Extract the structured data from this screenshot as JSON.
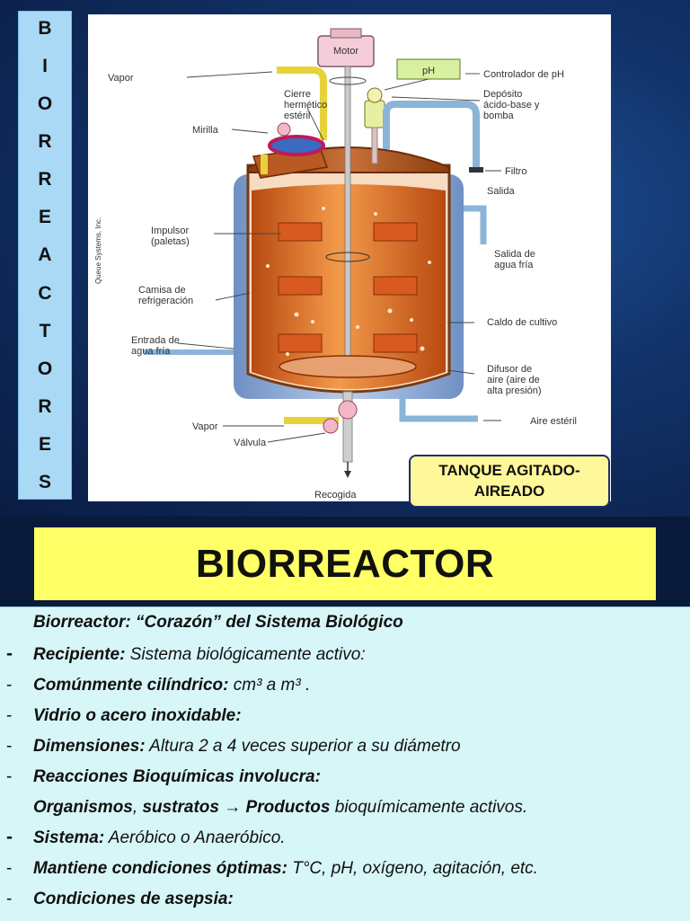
{
  "vertical_title_letters": [
    "B",
    "I",
    "O",
    "R",
    "R",
    "E",
    "A",
    "C",
    "T",
    "O",
    "R",
    "E",
    "S"
  ],
  "diagram": {
    "motor": "Motor",
    "ph": "pH",
    "vapor_top": "Vapor",
    "cierre_1": "Cierre",
    "cierre_2": "hermético",
    "cierre_3": "estéril",
    "controlador_ph": "Controlador de pH",
    "deposito_1": "Depósito",
    "deposito_2": "ácido-base y",
    "deposito_3": "bomba",
    "mirilla": "Mirilla",
    "filtro": "Filtro",
    "salida": "Salida",
    "impulsor_1": "Impulsor",
    "impulsor_2": "(paletas)",
    "salida_agua_1": "Salida de",
    "salida_agua_2": "agua fría",
    "camisa_1": "Camisa de",
    "camisa_2": "refrigeración",
    "caldo": "Caldo de cultivo",
    "entrada_1": "Entrada de",
    "entrada_2": "agua fría",
    "difusor_1": "Difusor de",
    "difusor_2": "aire (aire de",
    "difusor_3": "alta presión)",
    "aire_esteril": "Aire estéril",
    "vapor_bottom": "Vapor",
    "valvula": "Válvula",
    "recogida": "Recogida",
    "credit": "Queue Systems, Inc."
  },
  "tank_label": {
    "line1": "TANQUE AGITADO-",
    "line2": "AIREADO"
  },
  "main_title": "BIORREACTOR",
  "intro": "Biorreactor: “Corazón” del Sistema Biológico",
  "bullets": [
    {
      "dash": "-",
      "term": "Recipiente:",
      "rest": " Sistema biológicamente activo:"
    },
    {
      "dash": "-",
      "term": "Comúnmente cilíndrico:",
      "rest": " cm³ a m³ ."
    },
    {
      "dash": "-",
      "term": "Vidrio o acero inoxidable:",
      "rest": ""
    },
    {
      "dash": "-",
      "term": "Dimensiones:",
      "rest": " Altura 2 a 4 veces superior a su diámetro"
    },
    {
      "dash": "-",
      "term": "Reacciones Bioquímicas involucra:",
      "rest": ""
    }
  ],
  "organismos": {
    "a": "Organismos",
    "b": ", ",
    "c": "sustratos",
    "arrow": " → ",
    "d": "Productos",
    "e": " bioquímicamente activos."
  },
  "bullets2": [
    {
      "dash": "-",
      "term": "Sistema:",
      "rest": " Aeróbico o Anaeróbico."
    },
    {
      "dash": "-",
      "term": "Mantiene condiciones óptimas:",
      "rest": " T°C, pH, oxígeno, agitación, etc."
    },
    {
      "dash": "-",
      "term": "Condiciones de asepsia:",
      "rest": ""
    }
  ],
  "colors": {
    "yellow": "#ffff66",
    "cyan_panel": "#d7f6f8",
    "sidebar": "#a9d9f5",
    "broth": "#e8782a"
  }
}
